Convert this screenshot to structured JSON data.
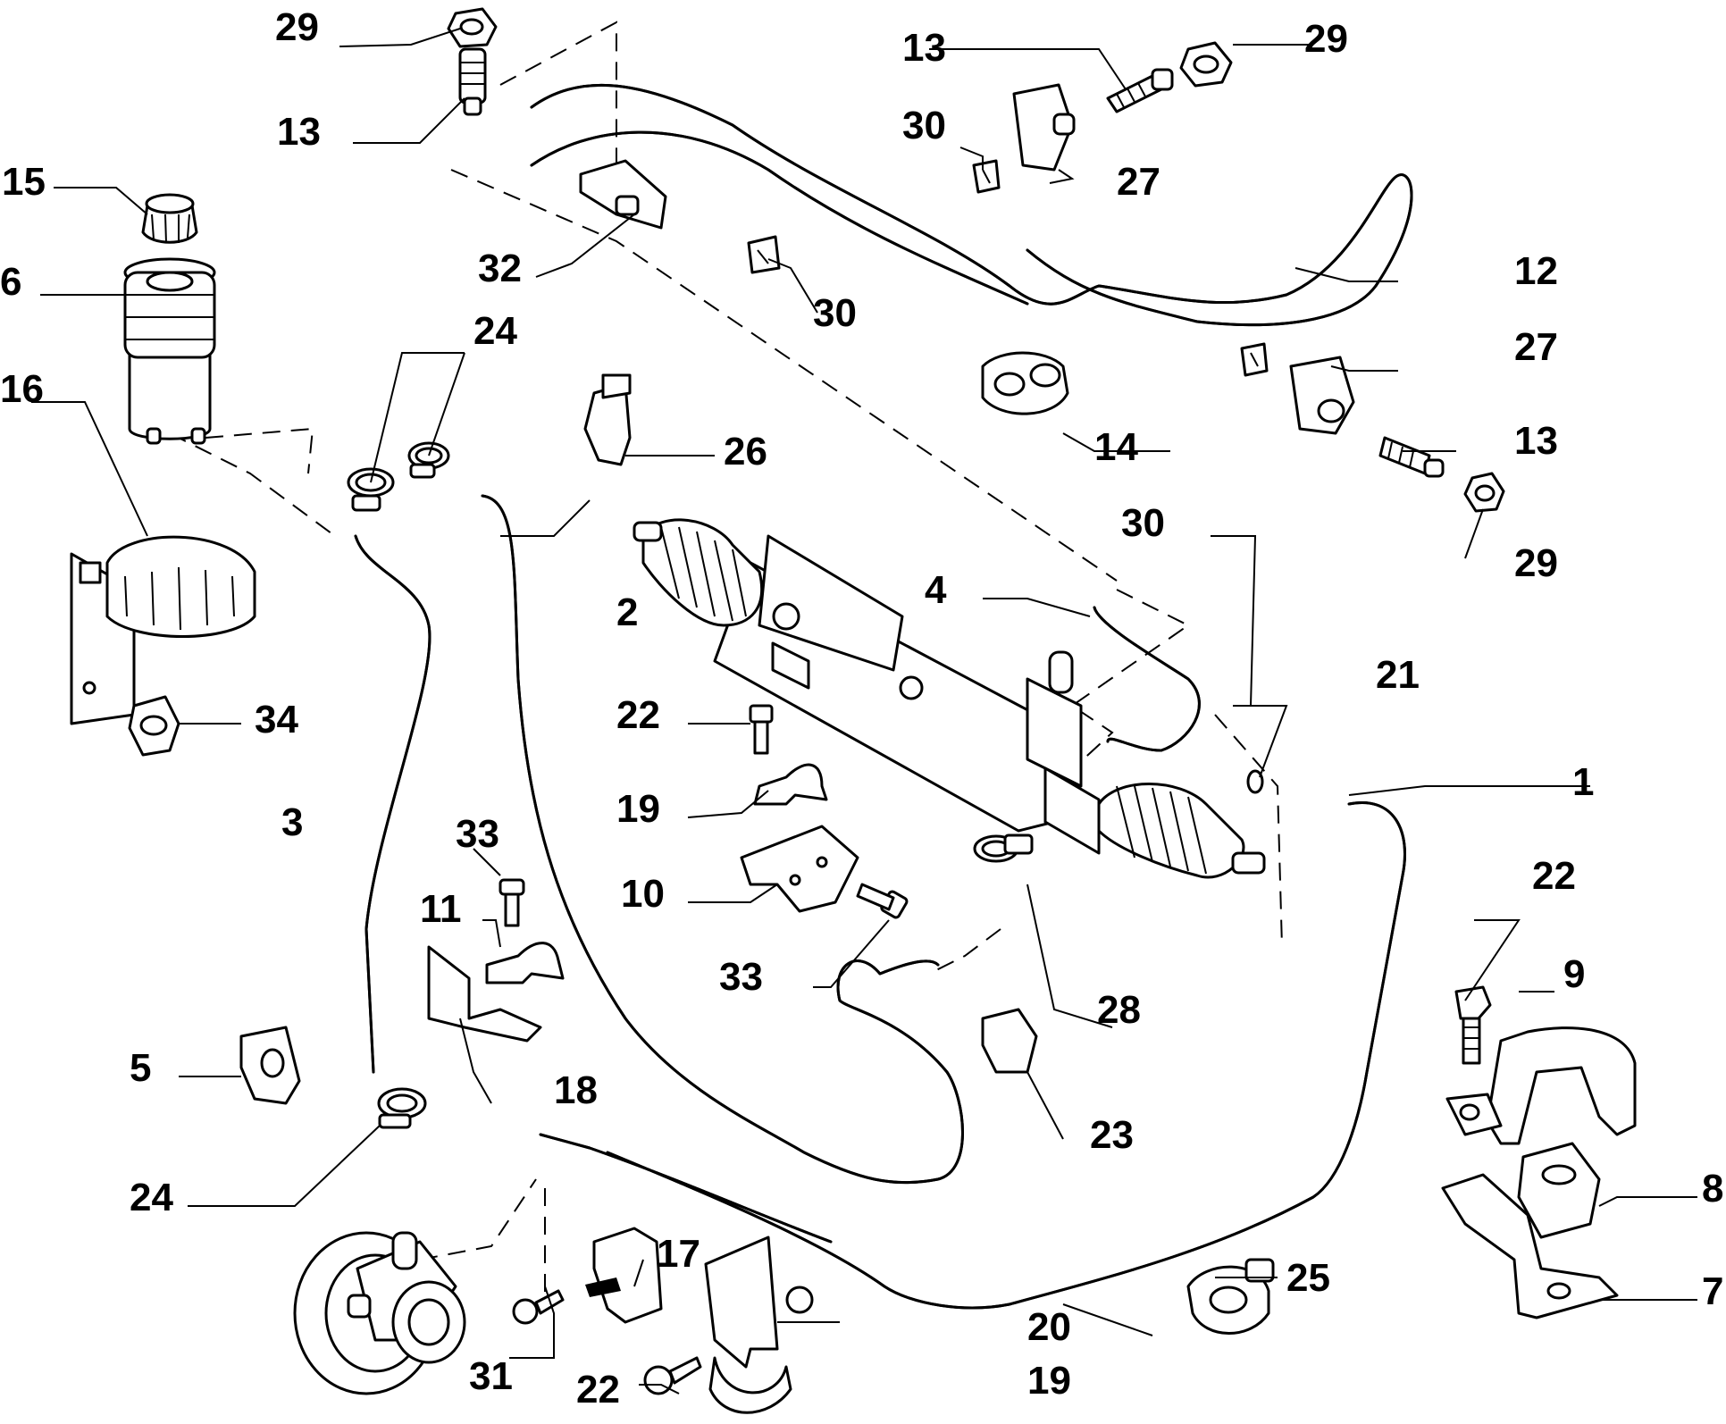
{
  "callouts": {
    "c1": "1",
    "c2": "2",
    "c3": "3",
    "c4": "4",
    "c5": "5",
    "c6": "6",
    "c7": "7",
    "c8": "8",
    "c9": "9",
    "c10": "10",
    "c11": "11",
    "c12": "12",
    "c13a": "13",
    "c13b": "13",
    "c13c": "13",
    "c14": "14",
    "c15": "15",
    "c16": "16",
    "c17": "17",
    "c18": "18",
    "c19a": "19",
    "c19b": "19",
    "c20": "20",
    "c21": "21",
    "c22a": "22",
    "c22b": "22",
    "c22c": "22",
    "c23": "23",
    "c24a": "24",
    "c24b": "24",
    "c25": "25",
    "c26": "26",
    "c27a": "27",
    "c27b": "27",
    "c28": "28",
    "c29a": "29",
    "c29b": "29",
    "c29c": "29",
    "c30a": "30",
    "c30b": "30",
    "c30c": "30",
    "c31": "31",
    "c32": "32",
    "c33a": "33",
    "c33b": "33",
    "c34": "34"
  },
  "colors": {
    "line": "#000000",
    "background": "#ffffff"
  }
}
